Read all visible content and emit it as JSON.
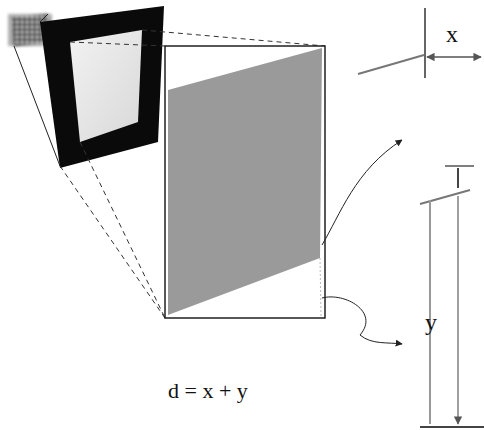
{
  "diagram": {
    "labels": [
      "x",
      "y",
      "d = x + y"
    ]
  }
}
